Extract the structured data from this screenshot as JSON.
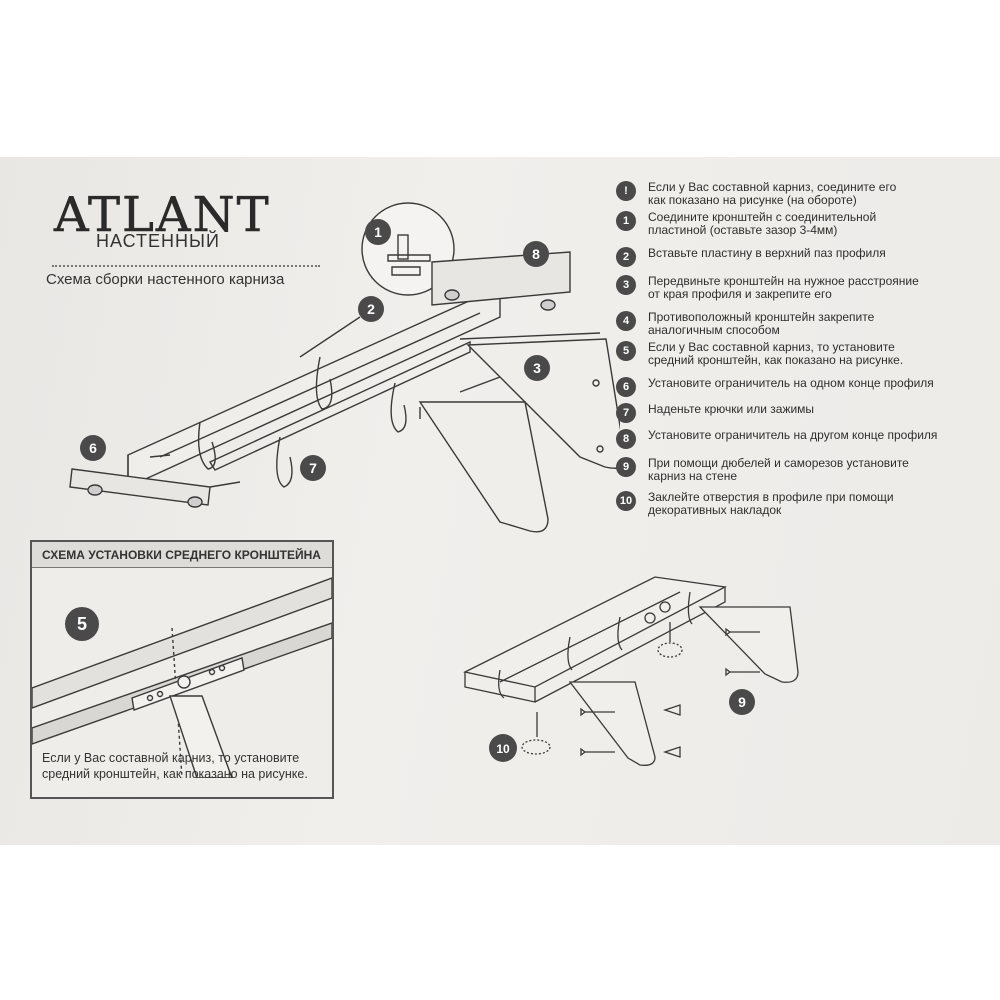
{
  "header": {
    "brand": "ATLANT",
    "subtitle": "НАСТЕННЫЙ",
    "scheme_title": "Схема сборки настенного карниза"
  },
  "callouts": [
    "1",
    "2",
    "3",
    "6",
    "7",
    "8"
  ],
  "steps": [
    {
      "badge": "!",
      "text": [
        "Если у Вас составной карниз, соедините его",
        "как показано на рисунке (на обороте)"
      ]
    },
    {
      "badge": "1",
      "text": [
        "Соедините кронштейн с соединительной",
        "пластиной (оставьте зазор 3-4мм)"
      ]
    },
    {
      "badge": "2",
      "text": [
        "Вставьте пластину в верхний паз профиля"
      ]
    },
    {
      "badge": "3",
      "text": [
        "Передвиньте кронштейн на нужное расстрояние",
        "от края профиля и закрепите его"
      ]
    },
    {
      "badge": "4",
      "text": [
        "Противоположный кронштейн закрепите",
        "аналогичным способом"
      ]
    },
    {
      "badge": "5",
      "text": [
        "Если у Вас составной карниз, то установите",
        "средний кронштейн, как показано на рисунке."
      ]
    },
    {
      "badge": "6",
      "text": [
        "Установите ограничитель на одном конце профиля"
      ]
    },
    {
      "badge": "7",
      "text": [
        "Наденьте крючки или зажимы"
      ]
    },
    {
      "badge": "8",
      "text": [
        "Установите ограничитель на другом конце профиля"
      ]
    },
    {
      "badge": "9",
      "text": [
        "При помощи дюбелей и саморезов установите",
        "карниз на стене"
      ]
    },
    {
      "badge": "10",
      "text": [
        "Заклейте отверстия в профиле при помощи",
        "декоративных накладок"
      ]
    }
  ],
  "middle_bracket_box": {
    "title": "СХЕМА УСТАНОВКИ СРЕДНЕГО КРОНШТЕЙНА",
    "callout": "5",
    "caption": [
      "Если у Вас составной карниз, то установите",
      "средний кронштейн, как показано на рисунке."
    ]
  },
  "install_diagram": {
    "callouts": [
      "9",
      "10"
    ]
  }
}
